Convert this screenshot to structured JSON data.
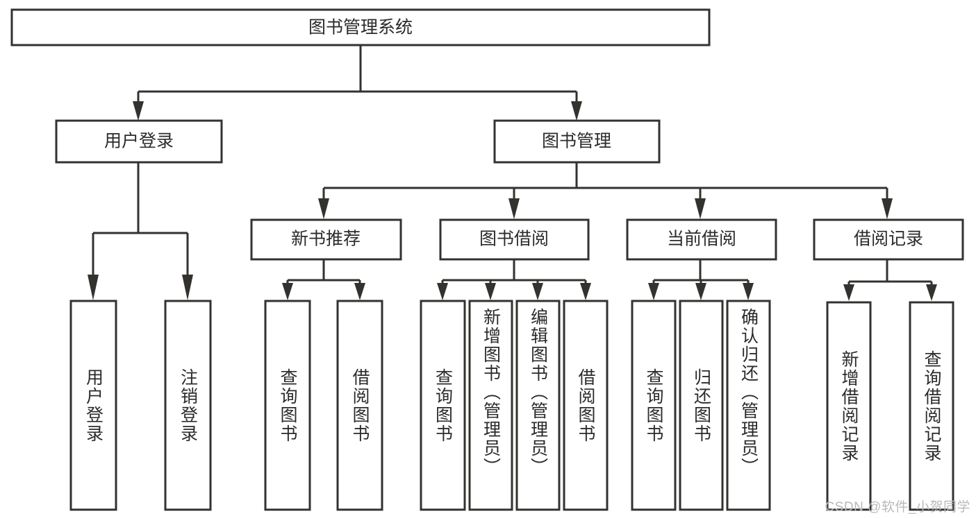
{
  "diagram": {
    "type": "hierarchy-tree",
    "title": "图书管理系统",
    "root": {
      "label": "图书管理系统"
    },
    "level2": [
      {
        "label": "用户登录"
      },
      {
        "label": "图书管理"
      }
    ],
    "level3": [
      {
        "label": "新书推荐"
      },
      {
        "label": "图书借阅"
      },
      {
        "label": "当前借阅"
      },
      {
        "label": "借阅记录"
      }
    ],
    "leaves": {
      "user_login": [
        {
          "label": "用户登录"
        },
        {
          "label": "注销登录"
        }
      ],
      "new_book_recommend": [
        {
          "label": "查询图书"
        },
        {
          "label": "借阅图书"
        }
      ],
      "book_borrow": [
        {
          "label": "查询图书"
        },
        {
          "label": "新增图书（管理员）"
        },
        {
          "label": "编辑图书（管理员）"
        },
        {
          "label": "借阅图书"
        }
      ],
      "current_borrow": [
        {
          "label": "查询图书"
        },
        {
          "label": "归还图书"
        },
        {
          "label": "确认归还（管理员）"
        }
      ],
      "borrow_record": [
        {
          "label": "新增借阅记录"
        },
        {
          "label": "查询借阅记录"
        }
      ]
    }
  },
  "watermark": {
    "text": "CSDN @软件_小贺同学"
  },
  "colors": {
    "border": "#33322f",
    "fill": "#ffffff",
    "text": "#2b2b2b",
    "watermark": "#b9b9b9",
    "background": "#ffffff"
  }
}
